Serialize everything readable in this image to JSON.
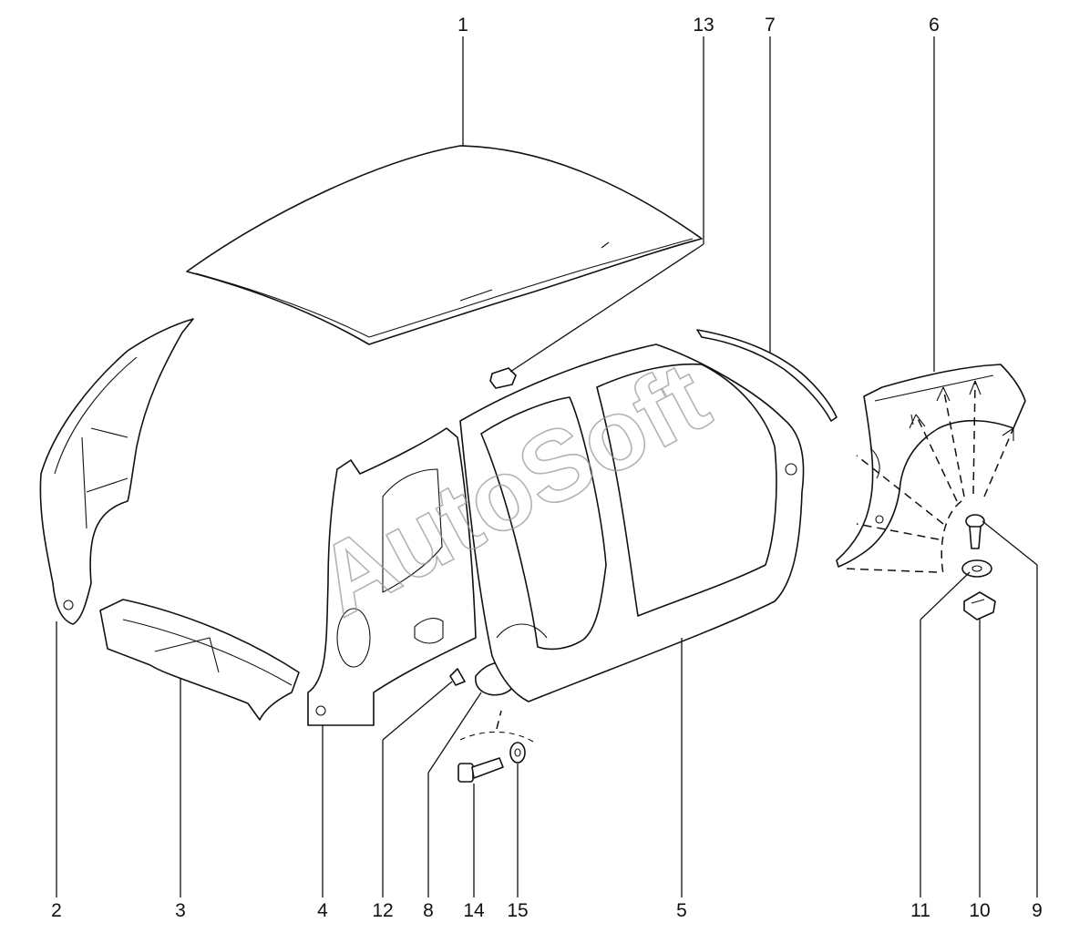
{
  "diagram": {
    "watermark": "AutoSoft",
    "callouts": [
      {
        "id": "1"
      },
      {
        "id": "2"
      },
      {
        "id": "3"
      },
      {
        "id": "4"
      },
      {
        "id": "5"
      },
      {
        "id": "6"
      },
      {
        "id": "7"
      },
      {
        "id": "8"
      },
      {
        "id": "9"
      },
      {
        "id": "10"
      },
      {
        "id": "11"
      },
      {
        "id": "12"
      },
      {
        "id": "13"
      },
      {
        "id": "14"
      },
      {
        "id": "15"
      }
    ]
  }
}
